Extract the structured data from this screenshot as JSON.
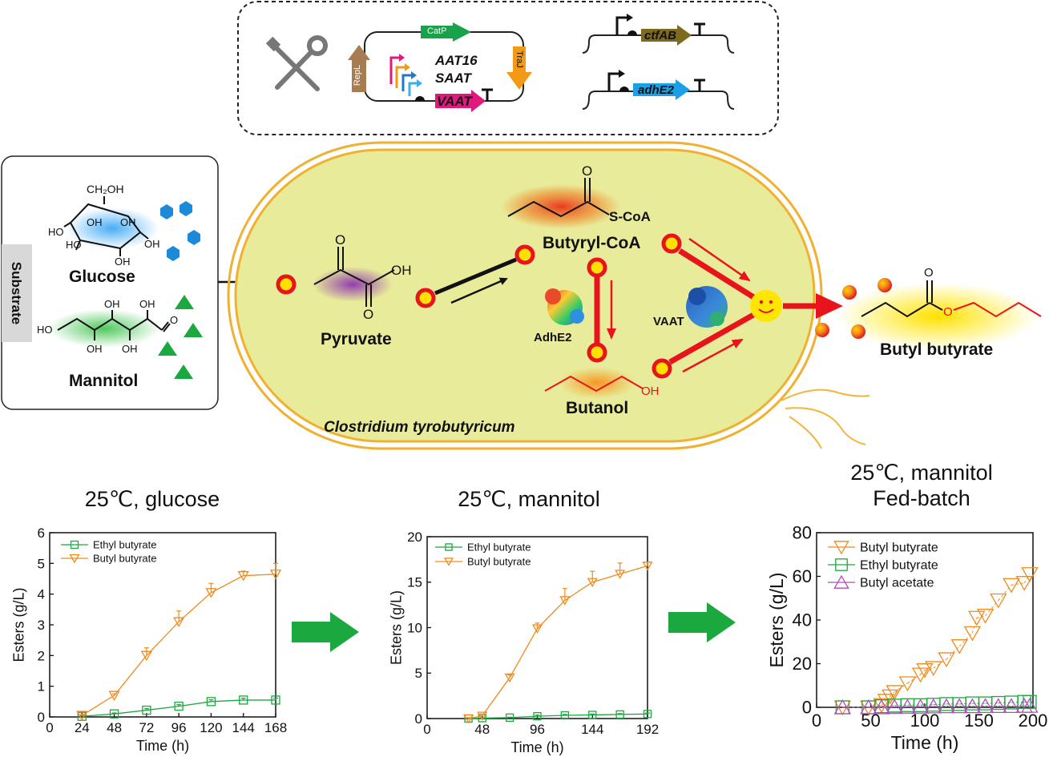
{
  "genetics": {
    "plasmid_genes": [
      "CatP",
      "RepL",
      "TraJ"
    ],
    "aat_genes": [
      "AAT16",
      "SAAT",
      "VAAT"
    ],
    "cassette_genes": [
      "ctfAB",
      "adhE2"
    ]
  },
  "substrate": {
    "side_label": "Substrate",
    "glucose": "Glucose",
    "mannitol": "Mannitol",
    "atoms": {
      "ch2oh": "CH₂OH",
      "oh": "OH",
      "ho": "HO",
      "o": "O"
    }
  },
  "cell": {
    "organism": "Clostridium tyrobutyricum",
    "pyruvate": "Pyruvate",
    "butyryl_coa": "Butyryl-CoA",
    "butanol": "Butanol",
    "adhe2": "AdhE2",
    "vaat": "VAAT",
    "scoa": "S-CoA"
  },
  "product": {
    "name": "Butyl butyrate"
  },
  "colors": {
    "cell_fill": "#e8ec9a",
    "cell_border": "#f0b030",
    "red": "#e8141c",
    "green": "#1ba83e",
    "orange": "#f08a1e"
  },
  "charts": [
    {
      "title_lines": [
        "25℃, glucose"
      ],
      "xlabel": "Time (h)",
      "ylabel": "Esters (g/L)",
      "xlim": [
        0,
        168
      ],
      "ylim": [
        0,
        6
      ],
      "xticks": [
        0,
        24,
        48,
        72,
        96,
        120,
        144,
        168
      ],
      "yticks": [
        0,
        1,
        2,
        3,
        4,
        5,
        6
      ]
    },
    {
      "title_lines": [
        "25℃, mannitol"
      ],
      "xlabel": "Time (h)",
      "ylabel": "Esters (g/L)",
      "xlim": [
        0,
        192
      ],
      "ylim": [
        0,
        20
      ],
      "xticks": [
        0,
        48,
        96,
        144,
        192
      ],
      "yticks": [
        0,
        5,
        10,
        15,
        20
      ]
    },
    {
      "title_lines": [
        "25℃, mannitol",
        "Fed-batch"
      ],
      "xlabel": "Time (h)",
      "ylabel": "Esters (g/L)",
      "xlim": [
        0,
        200
      ],
      "ylim": [
        0,
        80
      ],
      "xticks": [
        0,
        50,
        100,
        150,
        200
      ],
      "yticks": [
        0,
        20,
        40,
        60,
        80
      ]
    }
  ],
  "chart_data": [
    {
      "type": "line",
      "title": "25℃, glucose",
      "xlabel": "Time (h)",
      "ylabel": "Esters (g/L)",
      "xlim": [
        0,
        168
      ],
      "ylim": [
        0,
        6
      ],
      "legend": "top-left",
      "series": [
        {
          "name": "Ethyl butyrate",
          "marker": "square",
          "color": "#1ba83e",
          "x": [
            24,
            48,
            72,
            96,
            120,
            144,
            168
          ],
          "y": [
            0.02,
            0.1,
            0.22,
            0.35,
            0.5,
            0.55,
            0.55
          ],
          "err": [
            0.02,
            0.03,
            0.05,
            0.05,
            0.06,
            0.06,
            0.06
          ]
        },
        {
          "name": "Butyl butyrate",
          "marker": "triangle-down",
          "color": "#f08a1e",
          "x": [
            24,
            48,
            72,
            96,
            120,
            144,
            168
          ],
          "y": [
            0.05,
            0.7,
            2.0,
            3.1,
            4.05,
            4.6,
            4.65
          ],
          "err": [
            0.03,
            0.05,
            0.25,
            0.35,
            0.3,
            0.15,
            0.35
          ]
        }
      ]
    },
    {
      "type": "line",
      "title": "25℃, mannitol",
      "xlabel": "Time (h)",
      "ylabel": "Esters (g/L)",
      "xlim": [
        0,
        192
      ],
      "ylim": [
        0,
        20
      ],
      "legend": "top-left",
      "series": [
        {
          "name": "Ethyl butyrate",
          "marker": "square",
          "color": "#1ba83e",
          "x": [
            36,
            48,
            72,
            96,
            120,
            144,
            168,
            192
          ],
          "y": [
            0,
            0.05,
            0.1,
            0.25,
            0.35,
            0.4,
            0.45,
            0.5
          ],
          "err": [
            0.05,
            0.05,
            0.05,
            0.1,
            0.1,
            0.1,
            0.1,
            0.1
          ]
        },
        {
          "name": "Butyl butyrate",
          "marker": "triangle-down",
          "color": "#f08a1e",
          "x": [
            36,
            48,
            72,
            96,
            120,
            144,
            168,
            192
          ],
          "y": [
            0,
            0.3,
            4.5,
            9.9,
            13.0,
            15.0,
            15.9,
            16.8
          ],
          "err": [
            0.1,
            0.2,
            0.3,
            0.6,
            1.3,
            1.2,
            1.2,
            0.4
          ]
        }
      ]
    },
    {
      "type": "scatter",
      "title": "25℃, mannitol Fed-batch",
      "xlabel": "Time (h)",
      "ylabel": "Esters (g/L)",
      "xlim": [
        0,
        200
      ],
      "ylim": [
        0,
        80
      ],
      "legend": "top-left",
      "series": [
        {
          "name": "Butyl butyrate",
          "marker": "triangle-down",
          "color": "#f08a1e",
          "x": [
            24,
            48,
            60,
            64,
            68,
            72,
            84,
            96,
            100,
            108,
            120,
            132,
            144,
            148,
            156,
            168,
            180,
            192,
            197
          ],
          "y": [
            0,
            0,
            1,
            3,
            5,
            7,
            11,
            15,
            17,
            18,
            22,
            28,
            34,
            41,
            42,
            49,
            56,
            57,
            61
          ]
        },
        {
          "name": "Ethyl butyrate",
          "marker": "square",
          "color": "#1ba83e",
          "x": [
            24,
            48,
            60,
            72,
            84,
            96,
            108,
            120,
            132,
            144,
            156,
            168,
            180,
            192,
            197
          ],
          "y": [
            0,
            0,
            0.5,
            0.8,
            1,
            1,
            1.2,
            1.5,
            1.5,
            1.8,
            1.8,
            2,
            2.2,
            2.5,
            2.5
          ]
        },
        {
          "name": "Butyl acetate",
          "marker": "triangle-up",
          "color": "#b04cb8",
          "x": [
            24,
            48,
            60,
            72,
            84,
            96,
            108,
            120,
            132,
            144,
            156,
            168,
            180,
            192,
            197
          ],
          "y": [
            0,
            0,
            0,
            0.2,
            0.3,
            0.3,
            0.4,
            0.5,
            0.5,
            0.5,
            0.6,
            0.6,
            0.6,
            0.7,
            0.7
          ]
        }
      ]
    }
  ]
}
